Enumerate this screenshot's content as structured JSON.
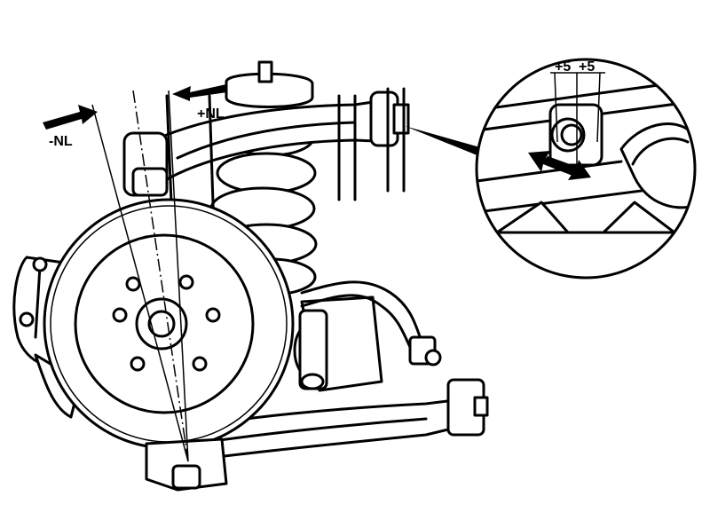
{
  "labels": {
    "minus_nl": "-NL",
    "plus_nl": "+NL",
    "adjust_left": "+5",
    "adjust_right": "+5"
  },
  "colors": {
    "line": "#000000",
    "background": "#ffffff"
  }
}
